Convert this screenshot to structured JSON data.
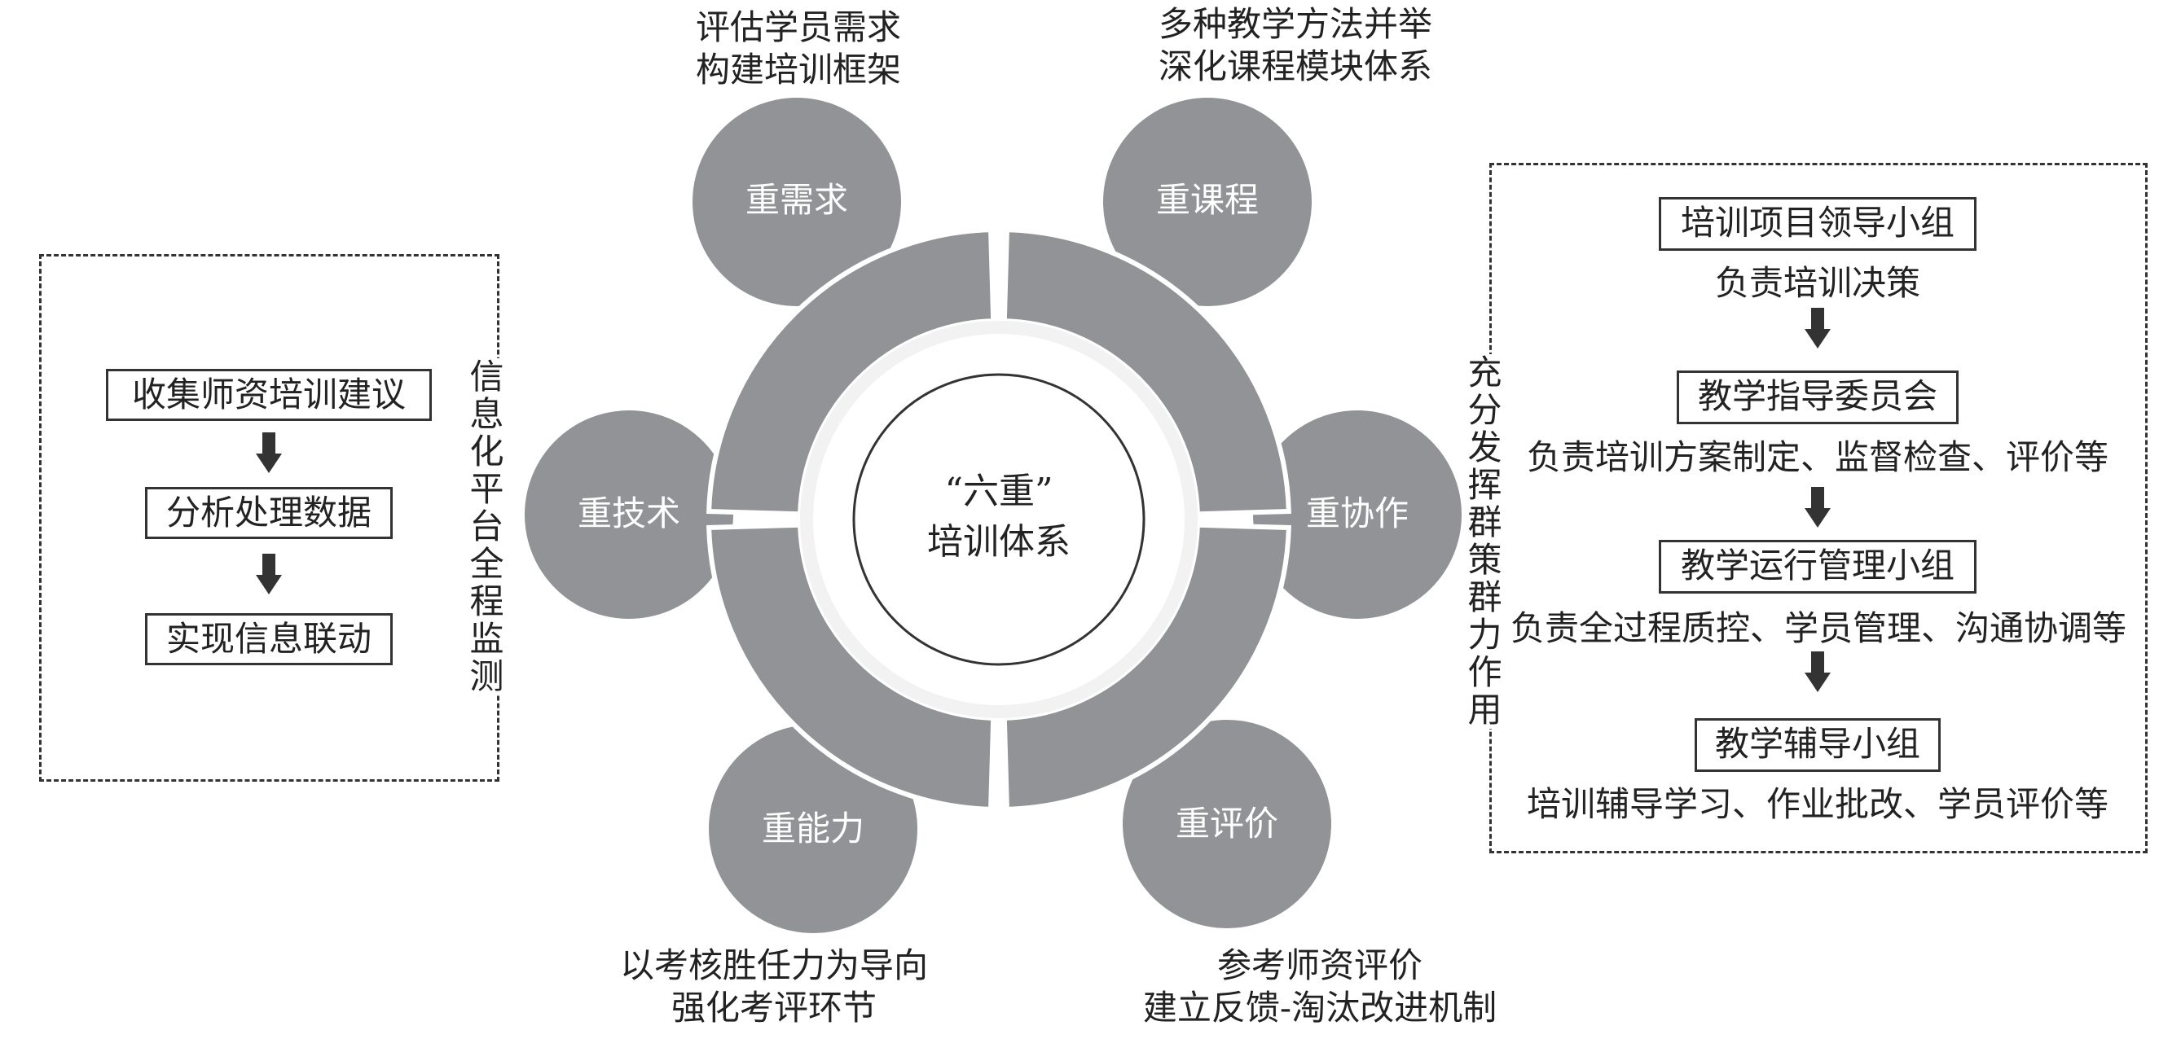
{
  "center": {
    "line1": "“六重”",
    "line2": "培训体系"
  },
  "nodes": [
    {
      "label": "重需求"
    },
    {
      "label": "重课程"
    },
    {
      "label": "重协作"
    },
    {
      "label": "重评价"
    },
    {
      "label": "重能力"
    },
    {
      "label": "重技术"
    }
  ],
  "captions": {
    "demand": [
      "评估学员需求",
      "构建培训框架"
    ],
    "course": [
      "多种教学方法并举",
      "深化课程模块体系"
    ],
    "ability": [
      "以考核胜任力为导向",
      "强化考评环节"
    ],
    "evaluation": [
      "参考师资评价",
      "建立反馈-淘汰改进机制"
    ]
  },
  "left_panel": {
    "steps": [
      "收集师资培训建议",
      "分析处理数据",
      "实现信息联动"
    ],
    "side_label": "信息化平台全程监测"
  },
  "right_panel": {
    "side_label": "充分发挥群策群力作用",
    "units": [
      {
        "name": "培训项目领导小组",
        "duty": "负责培训决策"
      },
      {
        "name": "教学指导委员会",
        "duty": "负责培训方案制定、监督检查、评价等"
      },
      {
        "name": "教学运行管理小组",
        "duty": "负责全过程质控、学员管理、沟通协调等"
      },
      {
        "name": "教学辅导小组",
        "duty": "培训辅导学习、作业批改、学员评价等"
      }
    ]
  },
  "colors": {
    "ring": "#929397",
    "node": "#929397",
    "border": "#333333",
    "node_text": "#ffffff"
  }
}
